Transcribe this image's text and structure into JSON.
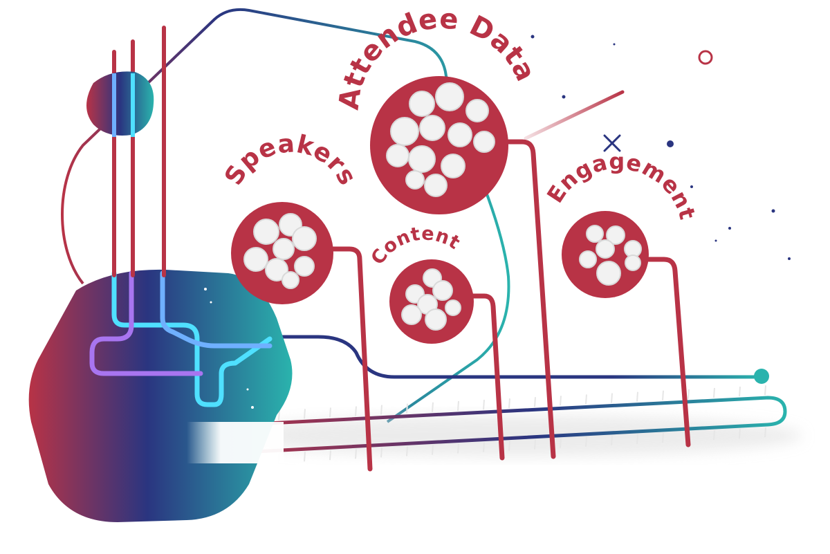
{
  "nodes": [
    {
      "id": "speakers",
      "label": "Speakers"
    },
    {
      "id": "content",
      "label": "Content"
    },
    {
      "id": "attendee",
      "label": "Attendee Data"
    },
    {
      "id": "engagement",
      "label": "Engagement"
    }
  ],
  "colors": {
    "brand_red": "#b83346",
    "navy": "#2a3580",
    "teal": "#2ab3ad",
    "cyan": "#4fe0ff",
    "violet": "#a875f0",
    "cloud": "#f2f2f2"
  }
}
